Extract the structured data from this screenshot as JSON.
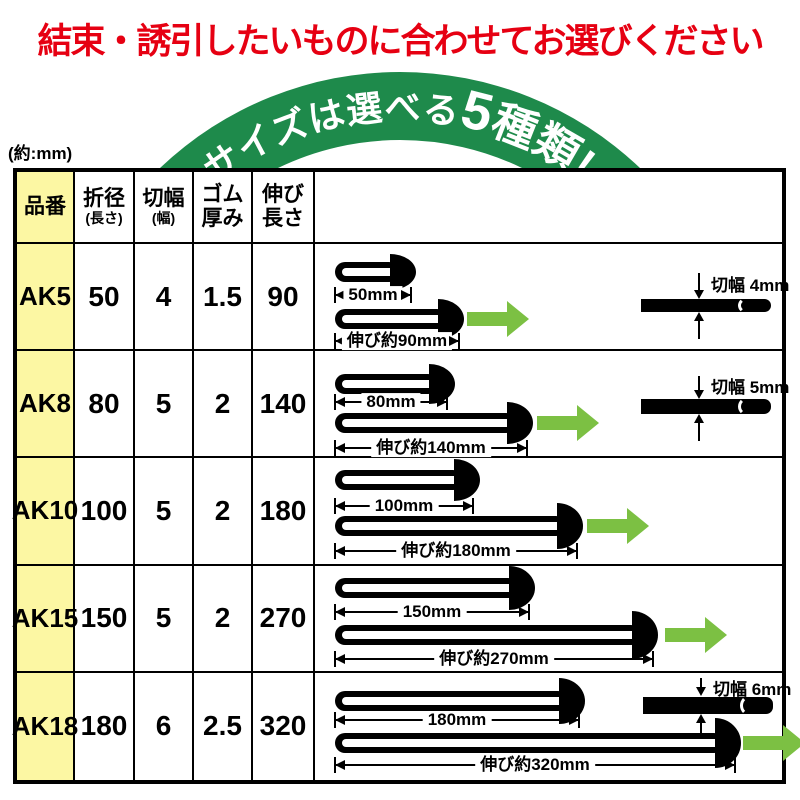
{
  "page": {
    "title": "結束・誘引したいものに合わせてお選びください",
    "unit_note": "(約:mm)"
  },
  "arc_banner": {
    "text_before": "サイズは選べる",
    "text_number": "5",
    "text_after": "種類!"
  },
  "colors": {
    "title_red": "#E60012",
    "banner_green": "#1E8A4B",
    "arrow_green": "#7CC043",
    "part_column_yellow": "#FCF7A3",
    "band_black": "#000000"
  },
  "table": {
    "columns": [
      {
        "line1": "品番",
        "line2": ""
      },
      {
        "line1": "折径",
        "line2": "(長さ)"
      },
      {
        "line1": "切幅",
        "line2": "(幅)"
      },
      {
        "line1": "ゴム",
        "line2": "厚み"
      },
      {
        "line1": "伸び",
        "line2": "長さ"
      }
    ],
    "rows": [
      {
        "part": "AK5",
        "fold_dia": "50",
        "cut_width": "4",
        "thickness": "1.5",
        "stretch": "90",
        "diagram": {
          "orig_len_label": "50mm",
          "stretch_len_label": "伸び約90mm",
          "cut_width_label": "切幅 4mm"
        }
      },
      {
        "part": "AK8",
        "fold_dia": "80",
        "cut_width": "5",
        "thickness": "2",
        "stretch": "140",
        "diagram": {
          "orig_len_label": "80mm",
          "stretch_len_label": "伸び約140mm",
          "cut_width_label": "切幅 5mm"
        }
      },
      {
        "part": "AK10",
        "fold_dia": "100",
        "cut_width": "5",
        "thickness": "2",
        "stretch": "180",
        "diagram": {
          "orig_len_label": "100mm",
          "stretch_len_label": "伸び約180mm"
        }
      },
      {
        "part": "AK15",
        "fold_dia": "150",
        "cut_width": "5",
        "thickness": "2",
        "stretch": "270",
        "diagram": {
          "orig_len_label": "150mm",
          "stretch_len_label": "伸び約270mm"
        }
      },
      {
        "part": "AK18",
        "fold_dia": "180",
        "cut_width": "6",
        "thickness": "2.5",
        "stretch": "320",
        "diagram": {
          "orig_len_label": "180mm",
          "stretch_len_label": "伸び約320mm",
          "cut_width_label": "切幅 6mm"
        }
      }
    ]
  }
}
